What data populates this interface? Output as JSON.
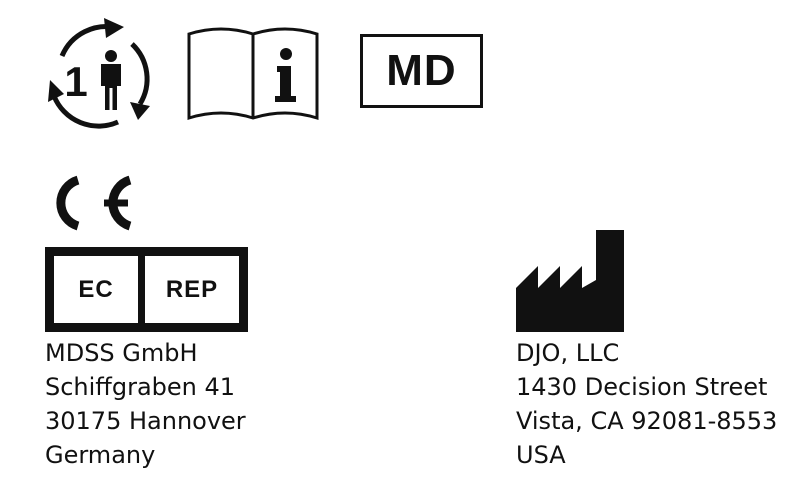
{
  "symbols": {
    "single_patient_multiple_use_icon": "single-patient-multiple-use",
    "single_patient_number": "1",
    "instructions_icon": "consult-instructions-for-use",
    "instructions_letter": "i",
    "md_label": "MD",
    "ce_icon": "ce-mark",
    "ec_label": "EC",
    "rep_label": "REP",
    "manufacturer_icon": "manufacturer-factory"
  },
  "authorized_representative": {
    "lines": [
      "MDSS GmbH",
      "Schiffgraben 41",
      "30175 Hannover",
      "Germany"
    ]
  },
  "manufacturer": {
    "lines": [
      "DJO, LLC",
      "1430 Decision Street",
      "Vista, CA 92081-8553",
      "USA"
    ]
  },
  "colors": {
    "ink": "#111111",
    "background": "#ffffff"
  }
}
